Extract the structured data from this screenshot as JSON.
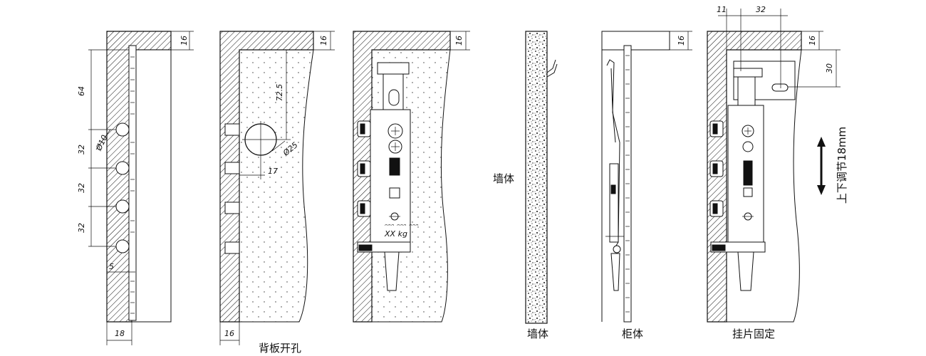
{
  "captions": {
    "back_panel_hole": "背板开孔",
    "wall_left": "墙体",
    "wall_bottom": "墙体",
    "cabinet_body": "柜体",
    "hanger_fix": "挂片固定",
    "vertical_adjust": "上下调节18mm"
  },
  "dimensions": {
    "d64": "64",
    "phi10": "Ø10",
    "d32a": "32",
    "d32b": "32",
    "d32c": "32",
    "d5": "5",
    "d18": "18",
    "d16_panel1": "16",
    "d16_panel2": "16",
    "d16_panel2_bottom": "16",
    "d72_5": "72.5",
    "phi25": "Ø25",
    "d17": "17",
    "d16_panel3": "16",
    "d16_panel5": "16",
    "d16_panel6": "16",
    "d11": "11",
    "d32_top": "32",
    "d30": "30"
  },
  "hanger_label": {
    "line1": "ᵔᵔᵔ ᵔᵔᵔ ᵔᵔᵔ",
    "line2": "XX kg"
  }
}
